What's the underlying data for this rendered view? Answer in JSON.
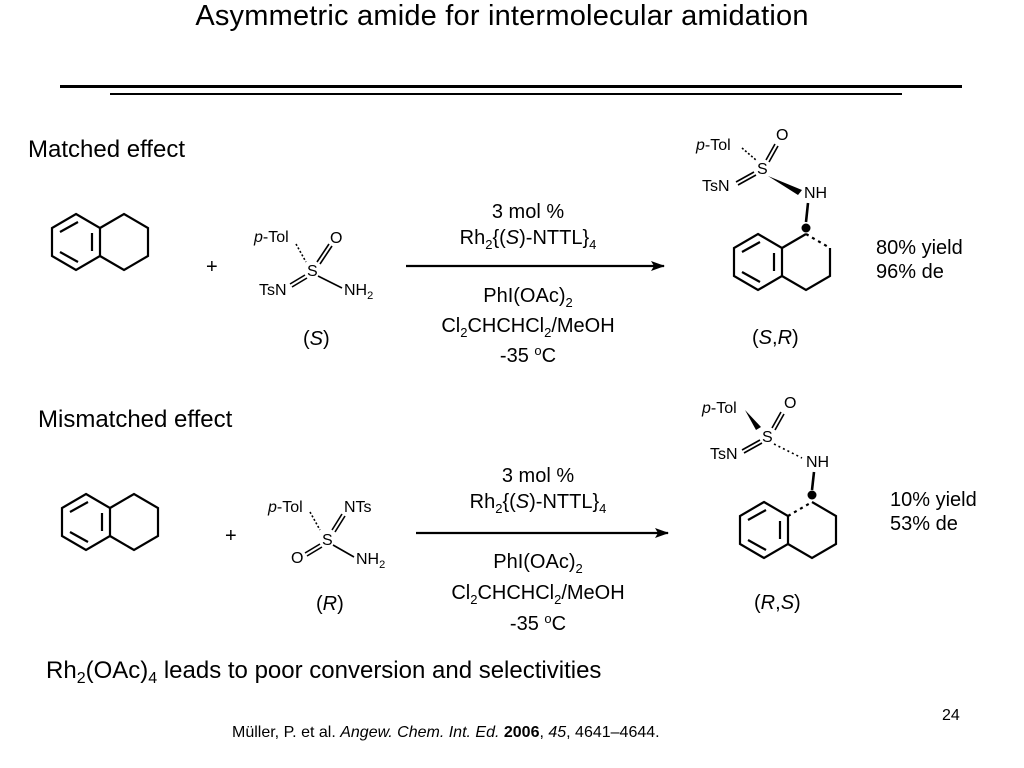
{
  "title": "Asymmetric amide for intermolecular amidation",
  "matched": {
    "heading": "Matched effect",
    "plus": "+",
    "reagent_tol": "p-Tol",
    "reagent_o": "O",
    "reagent_s": "S",
    "reagent_tsn": "TsN",
    "reagent_nh2": "NH2",
    "reagent_config": "(S)",
    "cond_catalyst_amount": "3 mol %",
    "cond_catalyst": "Rh2{(S)-NTTL}4",
    "cond_oxidant": "PhI(OAc)2",
    "cond_solvent": "Cl2CHCHCl2/MeOH",
    "cond_temp": "-35 oC",
    "product_tol": "p-Tol",
    "product_o": "O",
    "product_s": "S",
    "product_tsn": "TsN",
    "product_nh": "NH",
    "product_config": "(S,R)",
    "yield": "80% yield",
    "de": "96% de"
  },
  "mismatched": {
    "heading": "Mismatched effect",
    "plus": "+",
    "reagent_tol": "p-Tol",
    "reagent_nts": "NTs",
    "reagent_o": "O",
    "reagent_s": "S",
    "reagent_nh2": "NH2",
    "reagent_config": "(R)",
    "cond_catalyst_amount": "3 mol %",
    "cond_catalyst": "Rh2{(S)-NTTL}4",
    "cond_oxidant": "PhI(OAc)2",
    "cond_solvent": "Cl2CHCHCl2/MeOH",
    "cond_temp": "-35 oC",
    "product_tol": "p-Tol",
    "product_o": "O",
    "product_s": "S",
    "product_tsn": "TsN",
    "product_nh": "NH",
    "product_config": "(R,S)",
    "yield": "10% yield",
    "de": "53% de"
  },
  "conclusion": "Rh2(OAc)4 leads to poor conversion and selectivities",
  "citation": {
    "authors": "Müller, P. et al.",
    "journal": "Angew. Chem. Int. Ed.",
    "year": "2006",
    "volume": "45",
    "pages": "4641–4644."
  },
  "page_number": "24"
}
